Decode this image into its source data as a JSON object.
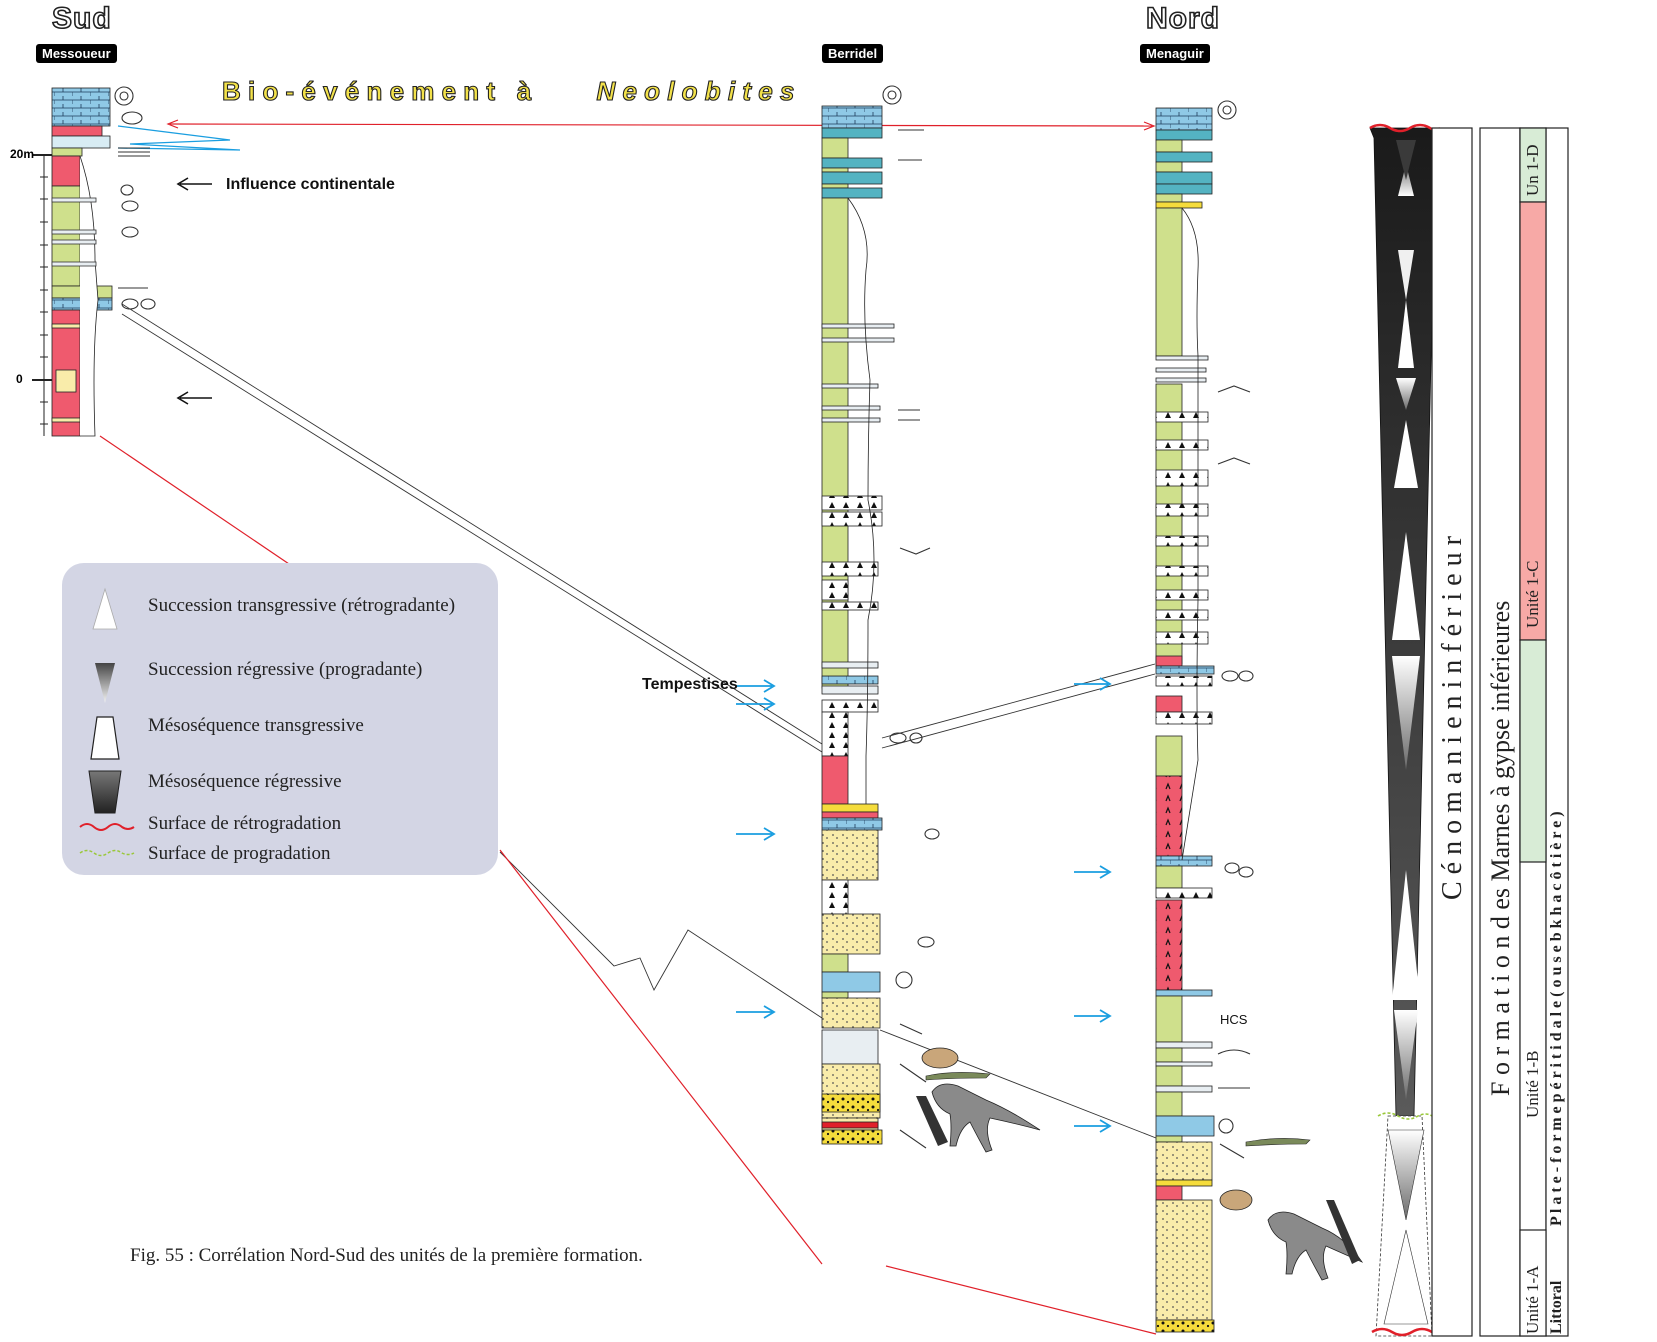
{
  "headers": {
    "south": "Sud",
    "north": "Nord",
    "section_messoueur": "Messoueur",
    "section_berridel": "Berridel",
    "section_menaguir": "Menaguir"
  },
  "bio_event": {
    "prefix": "B i o - é v é n e m e n t   à",
    "genus": "N e o l o b i t e s"
  },
  "scale": {
    "top_label": "20m",
    "zero_label": "0"
  },
  "annotations": {
    "influence": "Influence continentale",
    "tempestites": "Tempestises",
    "hcs": "HCS"
  },
  "legend": {
    "items": [
      "Succession transgressive (rétrogradante)",
      "Succession régressive (progradante)",
      "Mésoséquence transgressive",
      "Mésoséquence régressive",
      "Surface de rétrogradation",
      "Surface de progradation"
    ]
  },
  "caption": "Fig. 55 : Corrélation Nord-Sud des unités de la première formation.",
  "stratigraphy": {
    "stage": "C é n o m a n i e n   i n f é r i e u r",
    "formation": "F o r m a t i o n   d es Marnes à gypse inférieures",
    "units": [
      {
        "label": "Un 1-D",
        "color": "#d8ecd6"
      },
      {
        "label": "Unité 1-C",
        "color": "#f7a9a6"
      },
      {
        "label": "Unité 1-B",
        "color": "#d8ecd6"
      },
      {
        "label": "Unité 1-A",
        "color": "#ffffff"
      }
    ],
    "environment_main": "P l a t e - f o r m e   p é r i t i d a l e   ( o u   s e b k h a   c ô t i è r e )",
    "environment_littoral": "Littoral"
  },
  "colors": {
    "marl": "#cfe08c",
    "red_clay": "#ef5a6e",
    "limestone": "#8fc9e6",
    "dolomite": "#54b3c2",
    "sandstone": "#f9ecaa",
    "coarse_sand": "#f5dc3c",
    "gypsum": "#ffffff",
    "correlation_red": "#e0202a",
    "arrow_blue": "#1a9ee0",
    "legend_bg": "#d3d5e4"
  }
}
